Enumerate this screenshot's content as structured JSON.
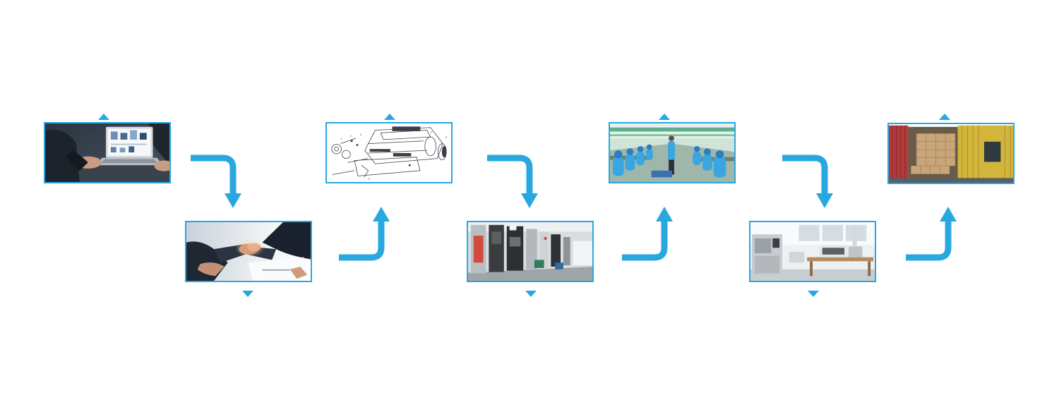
{
  "flow": {
    "steps": [
      {
        "id": "consultation",
        "icon": "laptop-meeting-photo"
      },
      {
        "id": "agreement",
        "icon": "handshake-contract-photo"
      },
      {
        "id": "design",
        "icon": "exploded-drawing-photo"
      },
      {
        "id": "tooling",
        "icon": "injection-molding-machines-photo"
      },
      {
        "id": "assembly",
        "icon": "assembly-line-workers-photo"
      },
      {
        "id": "testing",
        "icon": "test-chamber-lab-photo"
      },
      {
        "id": "shipping",
        "icon": "shipping-container-photo"
      }
    ]
  },
  "colors": {
    "accent": "#29a8e0",
    "arrow": "#29a8e0",
    "background": "#ffffff"
  }
}
